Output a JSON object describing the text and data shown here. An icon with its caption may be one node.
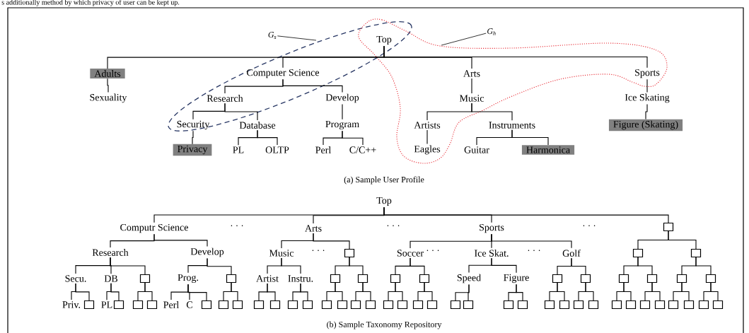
{
  "diagram": {
    "nodes": [
      {
        "text": [
          "Top"
        ]
      },
      {
        "text": [
          "Adults"
        ]
      },
      {
        "text": [
          "Sexuality"
        ]
      },
      {
        "text": [
          "Computer Science"
        ]
      },
      {
        "text": [
          "Research"
        ]
      },
      {
        "text": [
          "Develop"
        ]
      },
      {
        "text": [
          "Security"
        ]
      },
      {
        "text": [
          "Database"
        ]
      },
      {
        "text": [
          "Program"
        ]
      },
      {
        "text": [
          "Privacy"
        ]
      },
      {
        "text": [
          "PL"
        ]
      },
      {
        "text": [
          "OLTP"
        ]
      },
      {
        "text": [
          "Perl"
        ]
      },
      {
        "text": [
          "C/C++"
        ]
      },
      {
        "text": [
          "Arts"
        ]
      },
      {
        "text": [
          "Music"
        ]
      },
      {
        "text": [
          "Artists"
        ]
      },
      {
        "text": [
          "Instruments"
        ]
      },
      {
        "text": [
          "Eagles"
        ]
      },
      {
        "text": [
          "Guitar"
        ]
      },
      {
        "text": [
          "Harmonica"
        ]
      },
      {
        "text": [
          "Sports"
        ]
      },
      {
        "text": [
          "Ice Skating"
        ]
      },
      {
        "text": [
          "Figure (Skating)"
        ]
      },
      {
        "text": [
          "G$_{s}$"
        ]
      },
      {
        "text": [
          "G$_{h}$"
        ]
      },
      {
        "text": [
          "Top"
        ]
      },
      {
        "text": [
          "Computr Science"
        ]
      },
      {
        "text": [
          "Arts"
        ]
      },
      {
        "text": [
          "Sports"
        ]
      },
      {
        "text": [],
        "shape": "box"
      },
      {
        "text": [
          "Research"
        ]
      },
      {
        "text": [
          "Develop"
        ]
      },
      {
        "text": [
          "Music"
        ]
      },
      {
        "text": [],
        "shape": "box"
      },
      {
        "text": [
          "Soccer"
        ]
      },
      {
        "text": [
          "Ice Skat."
        ]
      },
      {
        "text": [
          "Golf"
        ]
      },
      {
        "text": [],
        "shape": "box"
      },
      {
        "text": [],
        "shape": "box"
      },
      {
        "text": [
          "Secu."
        ]
      },
      {
        "text": [
          "DB"
        ]
      },
      {
        "text": [],
        "shape": "box"
      },
      {
        "text": [
          "Prog."
        ]
      },
      {
        "text": [],
        "shape": "box"
      },
      {
        "text": [
          "Artist"
        ]
      },
      {
        "text": [
          "Instru."
        ]
      },
      {
        "text": [],
        "shape": "box"
      },
      {
        "text": [],
        "shape": "box"
      },
      {
        "text": [],
        "shape": "box"
      },
      {
        "text": [],
        "shape": "box"
      },
      {
        "text": [
          "Speed"
        ]
      },
      {
        "text": [
          "Figure"
        ]
      },
      {
        "text": [],
        "shape": "box"
      },
      {
        "text": [],
        "shape": "box"
      },
      {
        "text": [],
        "shape": "box"
      },
      {
        "text": [],
        "shape": "box"
      },
      {
        "text": [],
        "shape": "box"
      },
      {
        "text": [],
        "shape": "box"
      },
      {
        "text": [
          "Priv."
        ]
      },
      {
        "text": [],
        "shape": "box"
      },
      {
        "text": [
          "PL"
        ]
      },
      {
        "text": [],
        "shape": "box"
      },
      {
        "text": [],
        "shape": "box"
      },
      {
        "text": [],
        "shape": "box"
      },
      {
        "text": [
          "Perl"
        ]
      },
      {
        "text": [
          "C"
        ]
      },
      {
        "text": [],
        "shape": "box"
      },
      {
        "text": [],
        "shape": "box"
      },
      {
        "text": [],
        "shape": "box"
      },
      {
        "text": [],
        "shape": "box"
      },
      {
        "text": [],
        "shape": "box"
      },
      {
        "text": [],
        "shape": "box"
      },
      {
        "text": [],
        "shape": "box"
      },
      {
        "text": [],
        "shape": "box"
      },
      {
        "text": [],
        "shape": "box"
      },
      {
        "text": [],
        "shape": "box"
      },
      {
        "text": [],
        "shape": "box"
      },
      {
        "text": [],
        "shape": "box"
      },
      {
        "text": [],
        "shape": "box"
      },
      {
        "text": [],
        "shape": "box"
      },
      {
        "text": [],
        "shape": "box"
      },
      {
        "text": [],
        "shape": "box"
      },
      {
        "text": [],
        "shape": "box"
      },
      {
        "text": [],
        "shape": "box"
      },
      {
        "text": [],
        "shape": "box"
      },
      {
        "text": [],
        "shape": "box"
      },
      {
        "text": [],
        "shape": "box"
      },
      {
        "text": [],
        "shape": "box"
      },
      {
        "text": [],
        "shape": "box"
      },
      {
        "text": [],
        "shape": "box"
      },
      {
        "text": [],
        "shape": "box"
      },
      {
        "text": [],
        "shape": "box"
      },
      {
        "text": [],
        "shape": "box"
      },
      {
        "text": [],
        "shape": "box"
      },
      {
        "text": [],
        "shape": "box"
      },
      {
        "text": [],
        "shape": "box"
      },
      {
        "text": [],
        "shape": "box"
      }
    ],
    "edges": [
      {
        "from": 0,
        "to": 1,
        "arrow": "none"
      },
      {
        "from": 0,
        "to": 3,
        "arrow": "none"
      },
      {
        "from": 0,
        "to": 14,
        "arrow": "none"
      },
      {
        "from": 0,
        "to": 21,
        "arrow": "none"
      },
      {
        "from": 1,
        "to": 2,
        "arrow": "none"
      },
      {
        "from": 3,
        "to": 4,
        "arrow": "none"
      },
      {
        "from": 3,
        "to": 5,
        "arrow": "none"
      },
      {
        "from": 4,
        "to": 6,
        "arrow": "none"
      },
      {
        "from": 4,
        "to": 7,
        "arrow": "none"
      },
      {
        "from": 5,
        "to": 8,
        "arrow": "none"
      },
      {
        "from": 6,
        "to": 9,
        "arrow": "none"
      },
      {
        "from": 7,
        "to": 10,
        "arrow": "none"
      },
      {
        "from": 7,
        "to": 11,
        "arrow": "none"
      },
      {
        "from": 8,
        "to": 12,
        "arrow": "none"
      },
      {
        "from": 8,
        "to": 13,
        "arrow": "none"
      },
      {
        "from": 14,
        "to": 15,
        "arrow": "none"
      },
      {
        "from": 15,
        "to": 16,
        "arrow": "none"
      },
      {
        "from": 15,
        "to": 17,
        "arrow": "none"
      },
      {
        "from": 16,
        "to": 18,
        "arrow": "none"
      },
      {
        "from": 17,
        "to": 19,
        "arrow": "none"
      },
      {
        "from": 17,
        "to": 20,
        "arrow": "none"
      },
      {
        "from": 21,
        "to": 22,
        "arrow": "none"
      },
      {
        "from": 22,
        "to": 23,
        "arrow": "none"
      },
      {
        "from": 24,
        "to": null,
        "arrow": "none"
      },
      {
        "from": 25,
        "to": null,
        "arrow": "none"
      },
      {
        "from": 26,
        "to": 27,
        "arrow": "none"
      },
      {
        "from": 26,
        "to": 28,
        "arrow": "none"
      },
      {
        "from": 26,
        "to": 29,
        "arrow": "none"
      },
      {
        "from": 26,
        "to": 30,
        "arrow": "none"
      },
      {
        "from": 27,
        "to": 31,
        "arrow": "none"
      },
      {
        "from": 27,
        "to": 32,
        "arrow": "none"
      },
      {
        "from": 28,
        "to": 33,
        "arrow": "none"
      },
      {
        "from": 28,
        "to": 34,
        "arrow": "none"
      },
      {
        "from": 29,
        "to": 35,
        "arrow": "none"
      },
      {
        "from": 29,
        "to": 36,
        "arrow": "none"
      },
      {
        "from": 29,
        "to": 37,
        "arrow": "none"
      },
      {
        "from": 30,
        "to": 38,
        "arrow": "none"
      },
      {
        "from": 30,
        "to": 39,
        "arrow": "none"
      },
      {
        "from": 31,
        "to": 40,
        "arrow": "none"
      },
      {
        "from": 31,
        "to": 41,
        "arrow": "none"
      },
      {
        "from": 31,
        "to": 42,
        "arrow": "none"
      },
      {
        "from": 32,
        "to": 43,
        "arrow": "none"
      },
      {
        "from": 32,
        "to": 44,
        "arrow": "none"
      },
      {
        "from": 33,
        "to": 45,
        "arrow": "none"
      },
      {
        "from": 33,
        "to": 46,
        "arrow": "none"
      },
      {
        "from": 34,
        "to": 47,
        "arrow": "none"
      },
      {
        "from": 34,
        "to": 48,
        "arrow": "none"
      },
      {
        "from": 35,
        "to": 49,
        "arrow": "none"
      },
      {
        "from": 35,
        "to": 50,
        "arrow": "none"
      },
      {
        "from": 36,
        "to": 51,
        "arrow": "none"
      },
      {
        "from": 36,
        "to": 52,
        "arrow": "none"
      },
      {
        "from": 37,
        "to": 53,
        "arrow": "none"
      },
      {
        "from": 37,
        "to": 54,
        "arrow": "none"
      },
      {
        "from": 38,
        "to": 55,
        "arrow": "none"
      },
      {
        "from": 38,
        "to": 56,
        "arrow": "none"
      },
      {
        "from": 39,
        "to": 57,
        "arrow": "none"
      },
      {
        "from": 39,
        "to": 58,
        "arrow": "none"
      },
      {
        "from": 40,
        "to": 59,
        "arrow": "none"
      },
      {
        "from": 40,
        "to": 60,
        "arrow": "none"
      },
      {
        "from": 41,
        "to": 61,
        "arrow": "none"
      },
      {
        "from": 41,
        "to": 62,
        "arrow": "none"
      },
      {
        "from": 42,
        "to": 63,
        "arrow": "none"
      },
      {
        "from": 42,
        "to": 64,
        "arrow": "none"
      },
      {
        "from": 43,
        "to": 65,
        "arrow": "none"
      },
      {
        "from": 43,
        "to": 66,
        "arrow": "none"
      },
      {
        "from": 43,
        "to": 67,
        "arrow": "none"
      },
      {
        "from": 44,
        "to": 68,
        "arrow": "none"
      },
      {
        "from": 44,
        "to": 69,
        "arrow": "none"
      },
      {
        "from": 45,
        "to": 70,
        "arrow": "none"
      },
      {
        "from": 45,
        "to": 71,
        "arrow": "none"
      },
      {
        "from": 46,
        "to": 72,
        "arrow": "none"
      },
      {
        "from": 46,
        "to": 73,
        "arrow": "none"
      },
      {
        "from": 47,
        "to": 74,
        "arrow": "none"
      },
      {
        "from": 47,
        "to": 75,
        "arrow": "none"
      },
      {
        "from": 48,
        "to": 76,
        "arrow": "none"
      },
      {
        "from": 48,
        "to": 77,
        "arrow": "none"
      },
      {
        "from": 49,
        "to": 78,
        "arrow": "none"
      },
      {
        "from": 49,
        "to": 79,
        "arrow": "none"
      },
      {
        "from": 50,
        "to": 80,
        "arrow": "none"
      },
      {
        "from": 50,
        "to": 81,
        "arrow": "none"
      },
      {
        "from": 51,
        "to": 82,
        "arrow": "none"
      },
      {
        "from": 51,
        "to": 83,
        "arrow": "none"
      },
      {
        "from": 52,
        "to": 84,
        "arrow": "none"
      },
      {
        "from": 52,
        "to": 85,
        "arrow": "none"
      },
      {
        "from": 53,
        "to": 86,
        "arrow": "none"
      },
      {
        "from": 53,
        "to": 87,
        "arrow": "none"
      },
      {
        "from": 54,
        "to": 88,
        "arrow": "none"
      },
      {
        "from": 54,
        "to": 89,
        "arrow": "none"
      },
      {
        "from": 55,
        "to": 90,
        "arrow": "none"
      },
      {
        "from": 55,
        "to": 91,
        "arrow": "none"
      },
      {
        "from": 56,
        "to": 92,
        "arrow": "none"
      },
      {
        "from": 56,
        "to": 93,
        "arrow": "none"
      },
      {
        "from": 57,
        "to": 94,
        "arrow": "none"
      },
      {
        "from": 57,
        "to": 95,
        "arrow": "none"
      },
      {
        "from": 58,
        "to": 96,
        "arrow": "none"
      },
      {
        "from": 58,
        "to": 97,
        "arrow": "none"
      }
    ],
    "labels": [
      "s additionally method by which privacy of user can be kept up.",
      "(a) Sample User Profile",
      "· · ·",
      "· · ·",
      "· · ·",
      "· · ·",
      "· · ·",
      "· · ·",
      "(b) Sample Taxonomy Repository"
    ]
  }
}
